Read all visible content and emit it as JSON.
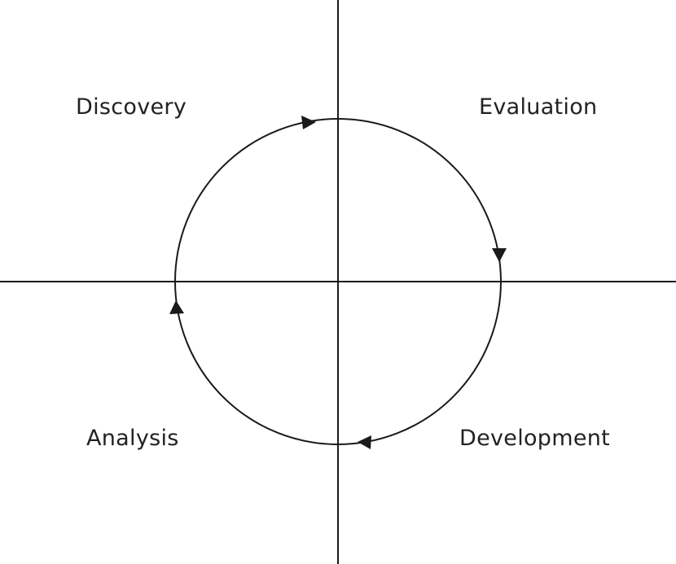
{
  "diagram": {
    "type": "cycle-quadrant",
    "quadrants": [
      {
        "position": "top-left",
        "label": "Discovery"
      },
      {
        "position": "top-right",
        "label": "Evaluation"
      },
      {
        "position": "bottom-right",
        "label": "Development"
      },
      {
        "position": "bottom-left",
        "label": "Analysis"
      }
    ],
    "flow_direction": "clockwise",
    "cycle_order": [
      "Discovery",
      "Evaluation",
      "Development",
      "Analysis"
    ],
    "colors": {
      "line": "#1a1a1a",
      "text": "#222222",
      "background": "#ffffff"
    }
  }
}
